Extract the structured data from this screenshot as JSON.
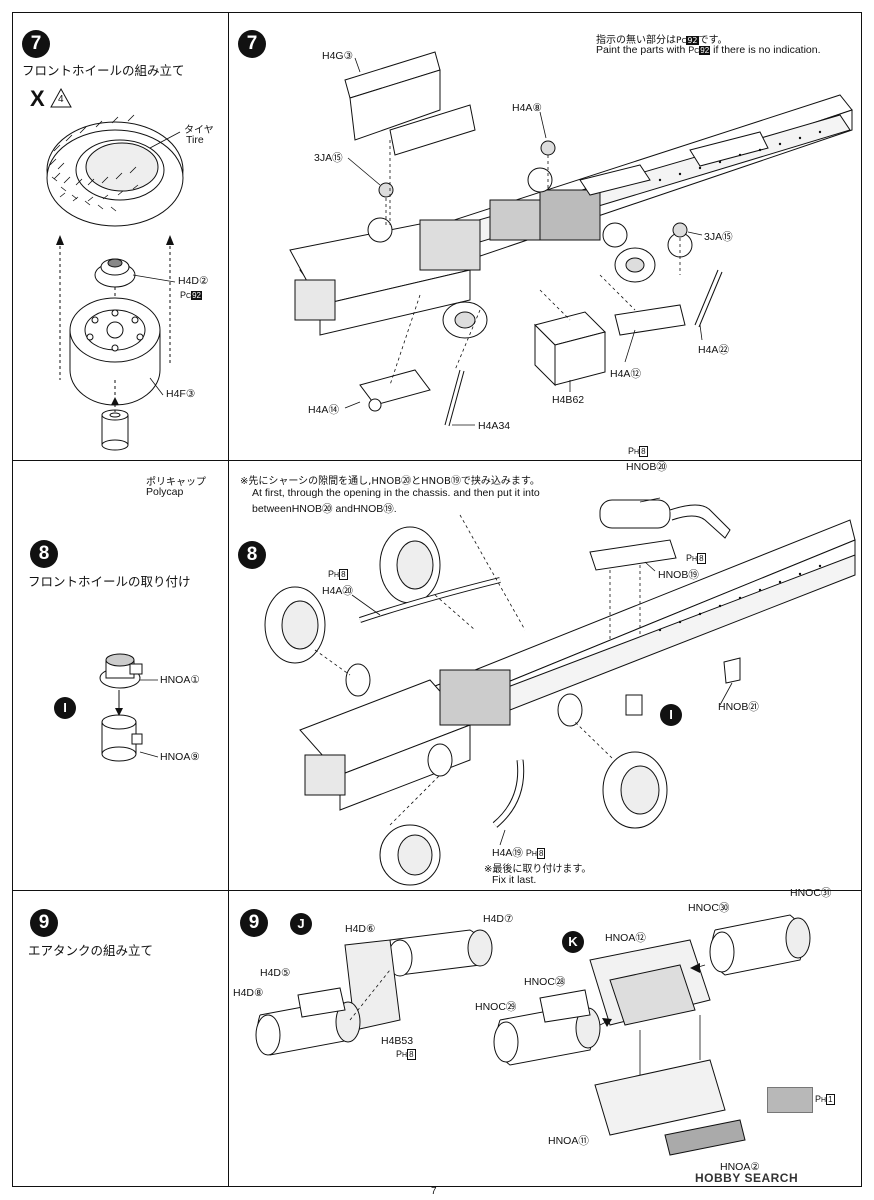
{
  "page_number": "7",
  "watermark": "HOBBY SEARCH",
  "paint_note": {
    "ja": "指示の無い部分は",
    "ja_code": "92",
    "ja_tail": "です。",
    "en_head": "Paint the parts with",
    "en_code": "92",
    "en_tail": "if there is no indication."
  },
  "left_column": {
    "step7": {
      "number": "7",
      "title": "フロントホイールの組み立て",
      "quantity": "X",
      "quantity_count": "4",
      "tire_ja": "タイヤ",
      "tire_en": "Tire",
      "h4d": "H4D",
      "h4d_num": "②",
      "h4d_paint": "92",
      "h4f": "H4F",
      "h4f_num": "③",
      "polycap_ja": "ポリキャップ",
      "polycap_en": "Polycap"
    },
    "step8": {
      "number": "8",
      "title": "フロントホイールの取り付け",
      "sub": "I",
      "hnoa1": "HNOA",
      "hnoa1_num": "①",
      "hnoa9": "HNOA",
      "hnoa9_num": "⑨"
    },
    "step9": {
      "number": "9",
      "title": "エアタンクの組み立て"
    }
  },
  "main": {
    "step7": {
      "number": "7",
      "labels": [
        {
          "part": "H4G",
          "num": "③"
        },
        {
          "part": "H4A",
          "num": "⑧"
        },
        {
          "part": "3JA",
          "num": "⑮"
        },
        {
          "part": "3JA",
          "num": "⑮"
        },
        {
          "part": "H4A",
          "num": "㉒"
        },
        {
          "part": "H4A",
          "num": "⑫"
        },
        {
          "part": "H4B",
          "num": "62"
        },
        {
          "part": "H4A",
          "num": "⑭"
        },
        {
          "part": "H4A",
          "num": "34"
        }
      ]
    },
    "step8": {
      "number": "8",
      "note_ja": "※先にシャーシの隙間を通し,HNOB⑳とHNOB⑲で挟み込みます。",
      "note_en1": "At first, through the opening in the chassis. and then put it into",
      "note_en2": "betweenHNOB⑳ andHNOB⑲.",
      "ph8_a": "8",
      "hnob20": "HNOB⑳",
      "ph8_b": "8",
      "hnob19": "HNOB⑲",
      "ph8_c": "8",
      "h4a20": "H4A⑳",
      "hnob21": "HNOB㉑",
      "sub": "I",
      "h4a19": "H4A⑲",
      "ph8_d": "8",
      "last_ja": "※最後に取り付けます。",
      "last_en": "Fix it last."
    },
    "step9": {
      "number": "9",
      "sub_j": "J",
      "sub_k": "K",
      "h4d6": "H4D⑥",
      "h4d7": "H4D⑦",
      "h4d5": "H4D⑤",
      "h4d8": "H4D⑧",
      "h4b53": "H4B53",
      "ph8": "8",
      "hnoc30": "HNOC㉚",
      "hnoc31": "HNOC㉛",
      "hnoa12": "HNOA⑫",
      "hnoc28": "HNOC㉘",
      "hnoc29": "HNOC㉙",
      "hnoa11": "HNOA⑪",
      "hnoa2": "HNOA②",
      "swatch_code": "1"
    }
  },
  "colors": {
    "ink": "#111111",
    "swatch_gray": "#b8b8b8"
  }
}
